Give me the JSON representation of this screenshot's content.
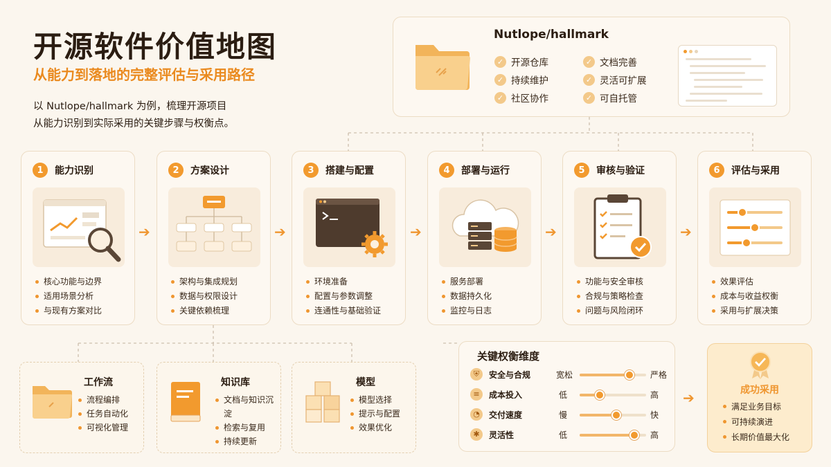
{
  "header": {
    "title": "开源软件价值地图",
    "subtitle": "从能力到落地的完整评估与采用路径",
    "desc_line1": "以 Nutlope/hallmark 为例，梳理开源项目",
    "desc_line2": "从能力识别到实际采用的关键步骤与权衡点。"
  },
  "repo": {
    "name": "Nutlope/hallmark",
    "features": [
      "开源仓库",
      "持续维护",
      "社区协作",
      "文档完善",
      "灵活可扩展",
      "可自托管"
    ]
  },
  "steps": [
    {
      "num": "1",
      "title": "能力识别",
      "icon": "analytics-magnifier-icon",
      "bullets": [
        "核心功能与边界",
        "适用场景分析",
        "与现有方案对比"
      ]
    },
    {
      "num": "2",
      "title": "方案设计",
      "icon": "architecture-tree-icon",
      "bullets": [
        "架构与集成规划",
        "数据与权限设计",
        "关键依赖梳理"
      ]
    },
    {
      "num": "3",
      "title": "搭建与配置",
      "icon": "terminal-gear-icon",
      "bullets": [
        "环境准备",
        "配置与参数调整",
        "连通性与基础验证"
      ]
    },
    {
      "num": "4",
      "title": "部署与运行",
      "icon": "cloud-server-icon",
      "bullets": [
        "服务部署",
        "数据持久化",
        "监控与日志"
      ]
    },
    {
      "num": "5",
      "title": "审核与验证",
      "icon": "clipboard-check-icon",
      "bullets": [
        "功能与安全审核",
        "合规与策略检查",
        "问题与风险闭环"
      ]
    },
    {
      "num": "6",
      "title": "评估与采用",
      "icon": "sliders-icon",
      "bullets": [
        "效果评估",
        "成本与收益权衡",
        "采用与扩展决策"
      ]
    }
  ],
  "extensions": [
    {
      "title": "工作流",
      "icon": "folder-icon",
      "bullets": [
        "流程编排",
        "任务自动化",
        "可视化管理"
      ]
    },
    {
      "title": "知识库",
      "icon": "book-icon",
      "bullets": [
        "文档与知识沉淀",
        "检索与复用",
        "持续更新"
      ]
    },
    {
      "title": "模型",
      "icon": "cubes-icon",
      "bullets": [
        "模型选择",
        "提示与配置",
        "效果优化"
      ]
    }
  ],
  "tradeoffs": {
    "title": "关键权衡维度",
    "rows": [
      {
        "label": "安全与合规",
        "low": "宽松",
        "high": "严格",
        "level": 0.75,
        "icon": "shield-icon"
      },
      {
        "label": "成本投入",
        "low": "低",
        "high": "高",
        "level": 0.3,
        "icon": "coins-icon"
      },
      {
        "label": "交付速度",
        "low": "慢",
        "high": "快",
        "level": 0.55,
        "icon": "clock-icon"
      },
      {
        "label": "灵活性",
        "low": "低",
        "high": "高",
        "level": 0.82,
        "icon": "puzzle-icon"
      }
    ]
  },
  "success": {
    "title": "成功采用",
    "icon": "award-badge-icon",
    "bullets": [
      "满足业务目标",
      "可持续演进",
      "长期价值最大化"
    ]
  },
  "colors": {
    "accent": "#ef9630",
    "background": "#fbf6ee",
    "card": "#fdf8f1"
  }
}
